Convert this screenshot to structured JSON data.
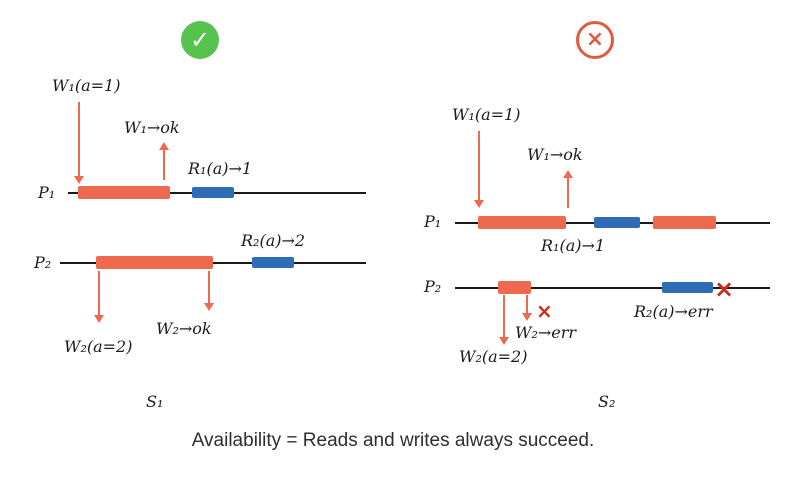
{
  "icons": {
    "check": "✓",
    "cross": "×"
  },
  "caption": "Availability = Reads and writes always succeed.",
  "colors": {
    "write_bar": "#ee6a4f",
    "read_bar": "#2e6cb5",
    "arrow": "#ee6a4f",
    "timeline": "#1a1a1a",
    "success": "#55c34e",
    "failure": "#df5a41",
    "error_cross": "#cf2a1b"
  },
  "left": {
    "scenario": "S₁",
    "p1": "P₁",
    "p2": "P₂",
    "w1_invoke": "W₁(a=1)",
    "w1_ok": "W₁→ok",
    "r1": "R₁(a)→1",
    "r2": "R₂(a)→2",
    "w2_invoke": "W₂(a=2)",
    "w2_ok": "W₂→ok"
  },
  "right": {
    "scenario": "S₂",
    "p1": "P₁",
    "p2": "P₂",
    "w1_invoke": "W₁(a=1)",
    "w1_ok": "W₁→ok",
    "r1": "R₁(a)→1",
    "r2_err": "R₂(a)→err",
    "w2_invoke": "W₂(a=2)",
    "w2_err": "W₂→err"
  }
}
